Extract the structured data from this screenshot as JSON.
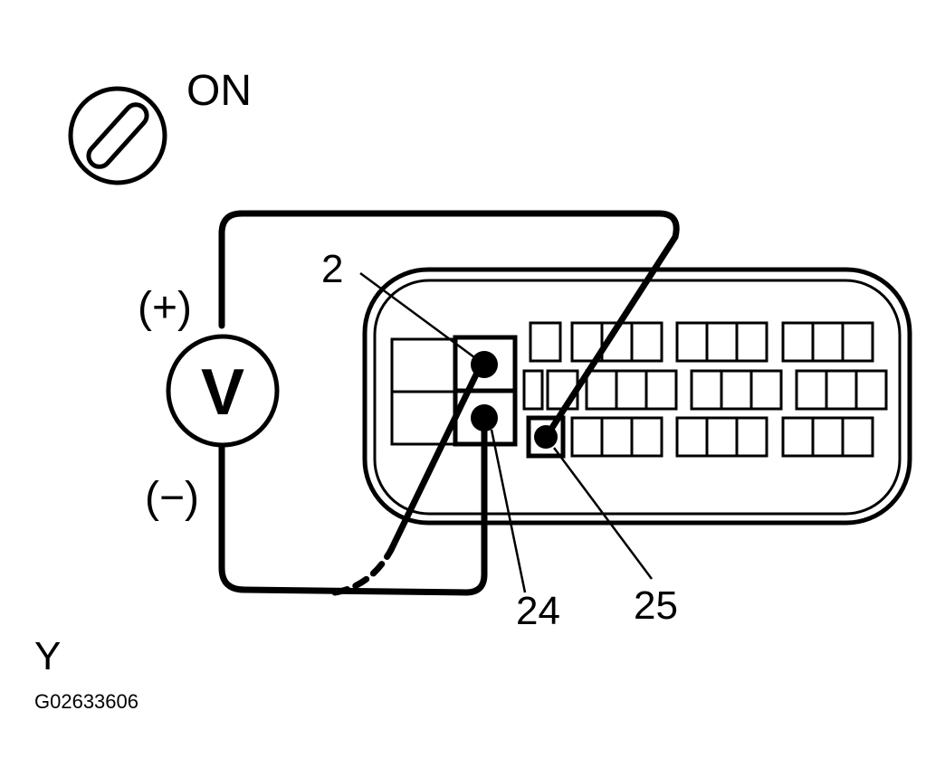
{
  "ignition": {
    "state_label": "ON",
    "icon": "ignition-key-icon"
  },
  "voltmeter": {
    "symbol": "V",
    "positive_label": "(+)",
    "negative_label": "(−)"
  },
  "terminals": [
    {
      "id": "t2",
      "label": "2"
    },
    {
      "id": "t24",
      "label": "24"
    },
    {
      "id": "t25",
      "label": "25"
    }
  ],
  "connector": {
    "name": "Y"
  },
  "figure_code": "G02633606"
}
